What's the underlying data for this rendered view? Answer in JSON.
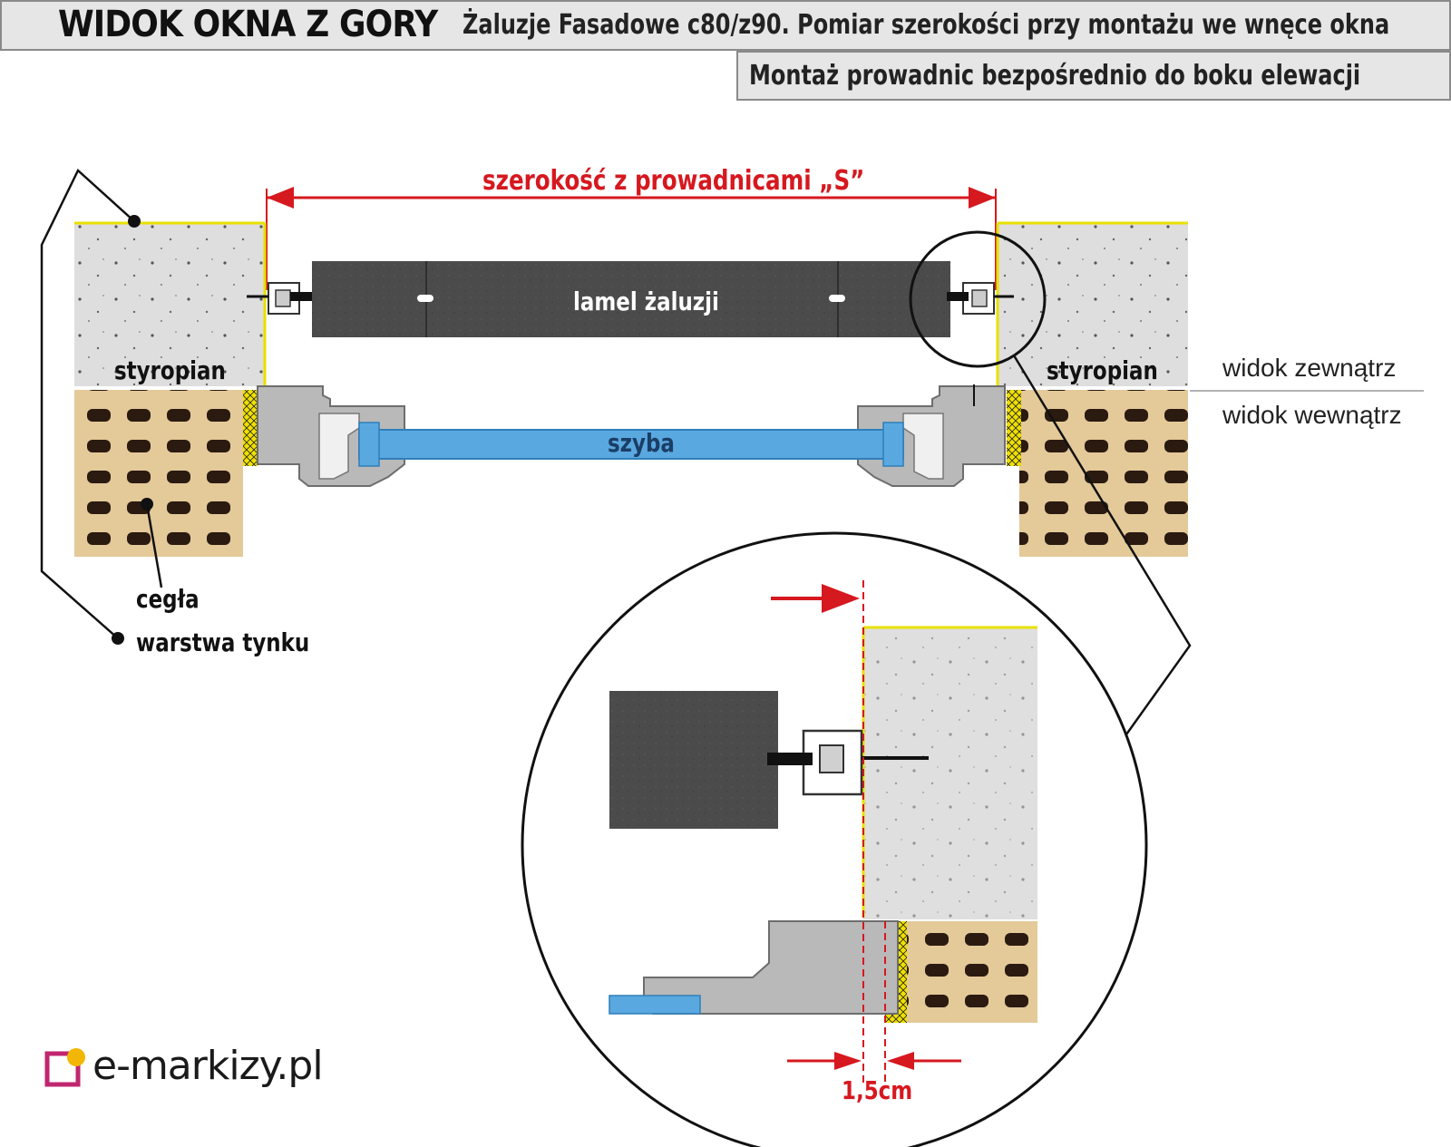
{
  "header": {
    "title": "WIDOK OKNA Z GORY",
    "subtitle": "Żaluzje Fasadowe c80/z90.  Pomiar szerokości przy montażu we wnęce okna",
    "mounting_note": "Montaż prowadnic bezpośrednio do boku elewacji"
  },
  "diagram": {
    "width_label": "szerokość z prowadnicami „S”",
    "slat_label": "lamel żaluzji",
    "foam_label_left": "styropian",
    "foam_label_right": "styropian",
    "glass_label": "szyba",
    "brick_label": "cegła",
    "plaster_label": "warstwa tynku",
    "outside_view": "widok zewnątrz",
    "inside_view": "widok wewnątrz",
    "detail_dimension": "1,5cm"
  },
  "colors": {
    "dimension_red": "#d6181f",
    "glass_blue": "#5aa8e0",
    "slat_gray": "#4a4a4a",
    "foam_gray": "#dcdcdc",
    "brick_tan": "#e2c79a",
    "plaster_yellow": "#e8e000"
  },
  "logo": {
    "text": "e-markizy.pl",
    "icon": "logo-icon"
  }
}
